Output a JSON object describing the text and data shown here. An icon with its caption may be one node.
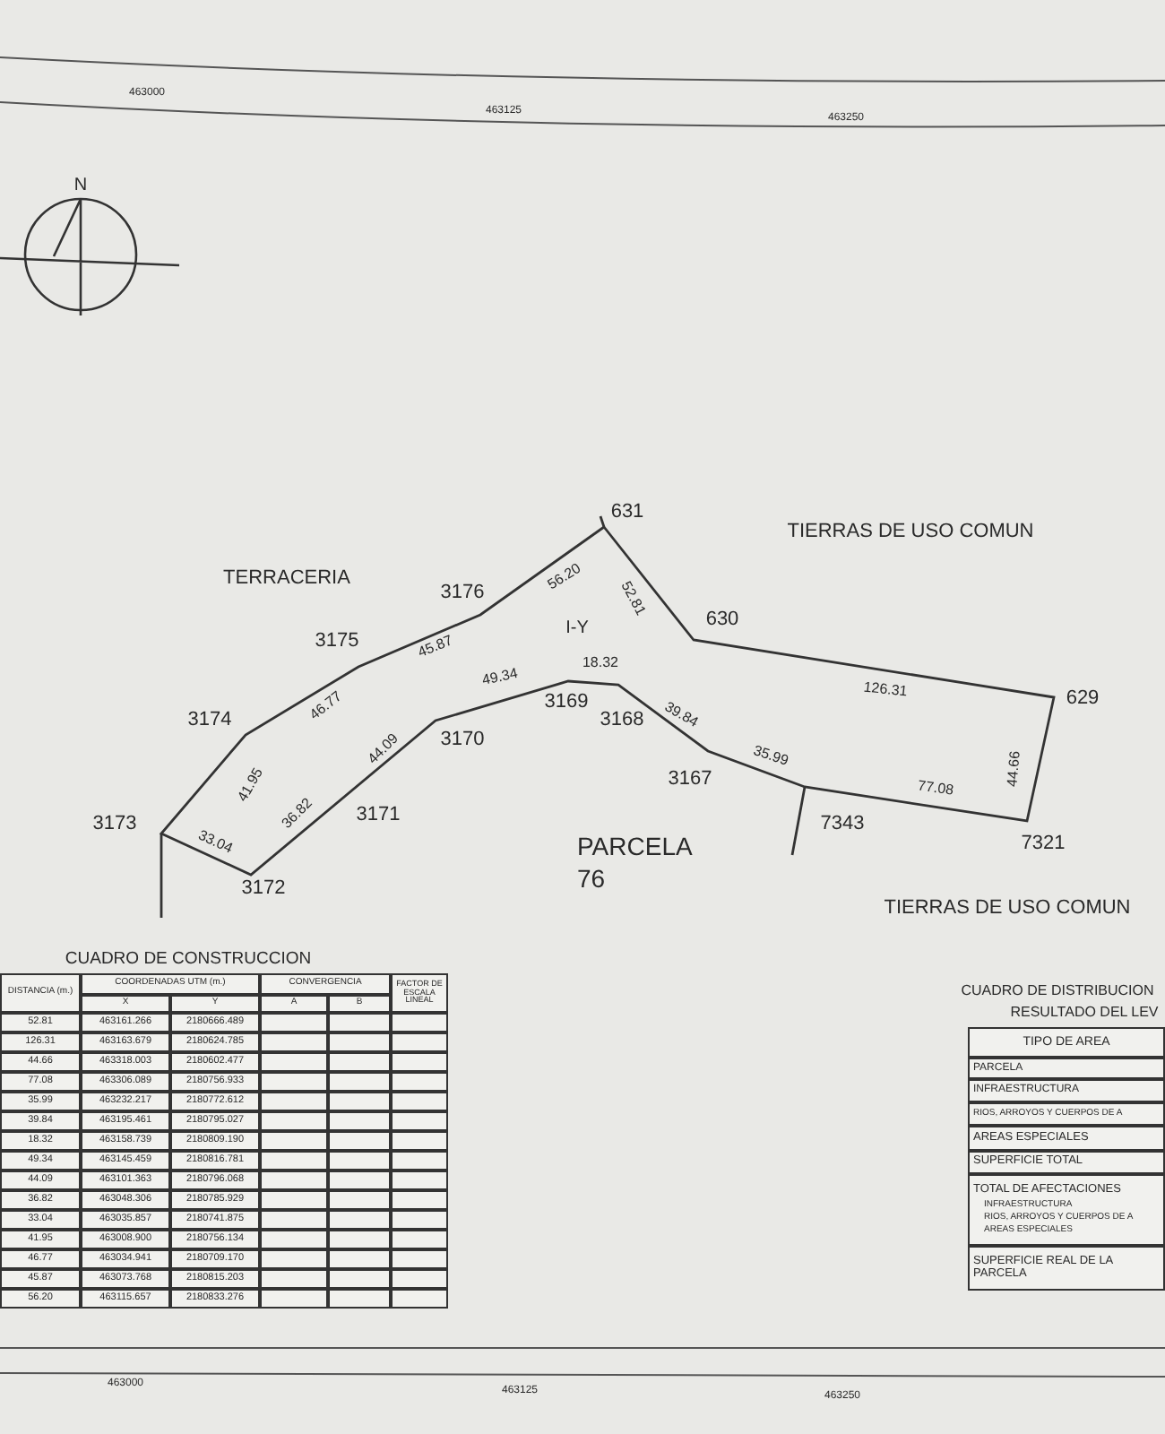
{
  "diagram": {
    "labels": [
      "463000",
      "463125",
      "463250",
      "N",
      "TERRACERIA",
      "631",
      "TIERRAS DE USO COMUN",
      "3176",
      "56.20",
      "3175",
      "52.81",
      "I-Y",
      "630",
      "45.87",
      "18.32",
      "49.34",
      "3174",
      "46.77",
      "3169",
      "3168",
      "39.84",
      "126.31",
      "629",
      "44.66",
      "35.99",
      "3170",
      "44.09",
      "41.95",
      "3167",
      "77.08",
      "3173",
      "33.04",
      "36.82",
      "3171",
      "PARCELA",
      "7343",
      "7321",
      "76",
      "3172",
      "TIERRAS DE USO COMUN",
      "CUADRO DE CONSTRUCCION",
      "DISTANCIA (m.)",
      "COORDENADAS UTM (m.)",
      "CONVERGENCIA",
      "FACTOR DE ESCALA LINEAL",
      "X",
      "Y",
      "A",
      "B",
      "52.81",
      "463161.266",
      "2180666.489",
      "126.31",
      "463163.679",
      "2180624.785",
      "44.66",
      "463318.003",
      "2180602.477",
      "77.08",
      "463306.089",
      "2180756.933",
      "35.99",
      "463232.217",
      "2180772.612",
      "39.84",
      "463195.461",
      "2180795.027",
      "18.32",
      "463158.739",
      "2180809.190",
      "49.34",
      "463145.459",
      "2180816.781",
      "44.09",
      "463101.363",
      "2180796.068",
      "36.82",
      "463048.306",
      "2180785.929",
      "33.04",
      "463035.857",
      "2180741.875",
      "41.95",
      "463008.900",
      "2180756.134",
      "46.77",
      "463034.941",
      "2180709.170",
      "45.87",
      "463073.768",
      "2180815.203",
      "56.20",
      "463115.657",
      "2180833.276",
      "CUADRO DE DISTRIBUCION",
      "RESULTADO DEL LEV",
      "TIPO DE AREA",
      "PARCELA",
      "INFRAESTRUCTURA",
      "RIOS, ARROYOS Y CUERPOS DE A",
      "AREAS ESPECIALES",
      "SUPERFICIE TOTAL",
      "TOTAL DE AFECTACIONES",
      "INFRAESTRUCTURA",
      "RIOS, ARROYOS Y CUERPOS DE A",
      "AREAS ESPECIALES",
      "SUPERFICIE REAL DE LA PARCELA",
      "463000",
      "463125",
      "463250"
    ]
  }
}
